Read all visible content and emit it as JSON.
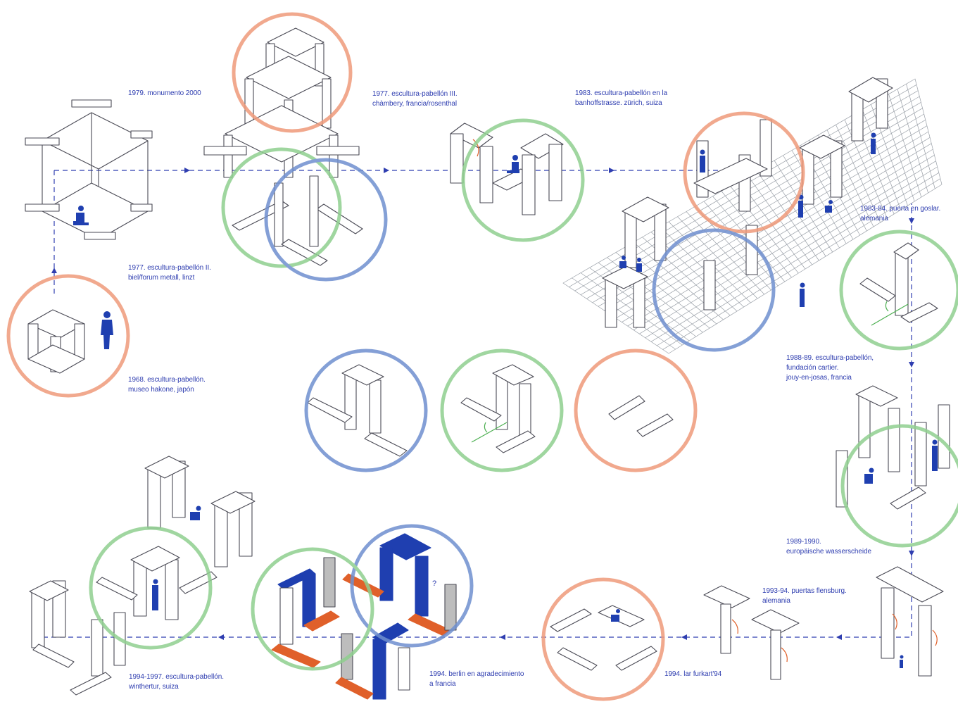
{
  "colors": {
    "ink": "#2f3eb0",
    "line": "#4a4a55",
    "orange_ring": "#ef9a7a",
    "green_ring": "#8fcf8f",
    "blue_ring": "#6f8fcf",
    "fill_blue": "#1f3fb0",
    "fill_orange": "#e0602a",
    "fill_grey": "#bdbdbd"
  },
  "labels": {
    "monumento": "1979. monumento 2000",
    "pabellon3_l1": "1977. escultura-pabellón III.",
    "pabellon3_l2": "chàmbery, francia/rosenthal",
    "zurich_l1": "1983. escultura-pabellón en la",
    "zurich_l2": "banhoffstrasse. zürich, suiza",
    "goslar_l1": "1983-84. puerta en goslar.",
    "goslar_l2": "alemania",
    "pabellon2_l1": "1977. escultura-pabellón II.",
    "pabellon2_l2": "biel/forum metall, linzt",
    "hakone_l1": "1968. escultura-pabellón.",
    "hakone_l2": "museo hakone, japón",
    "cartier_l1": "1988-89. escultura-pabellón,",
    "cartier_l2": "fundación cartier.",
    "cartier_l3": "jouy-en-josas, francia",
    "wasser_l1": "1989-1990.",
    "wasser_l2": "europäische wasserscheide",
    "flensburg_l1": "1993-94. puertas flensburg.",
    "flensburg_l2": "alemania",
    "furkart": "1994. lar furkart'94",
    "berlin_l1": "1994. berlin en agradecimiento",
    "berlin_l2": "a francia",
    "winterthur_l1": "1994-1997. escultura-pabellón.",
    "winterthur_l2": "winthertur, suiza",
    "question_mark": "?"
  }
}
